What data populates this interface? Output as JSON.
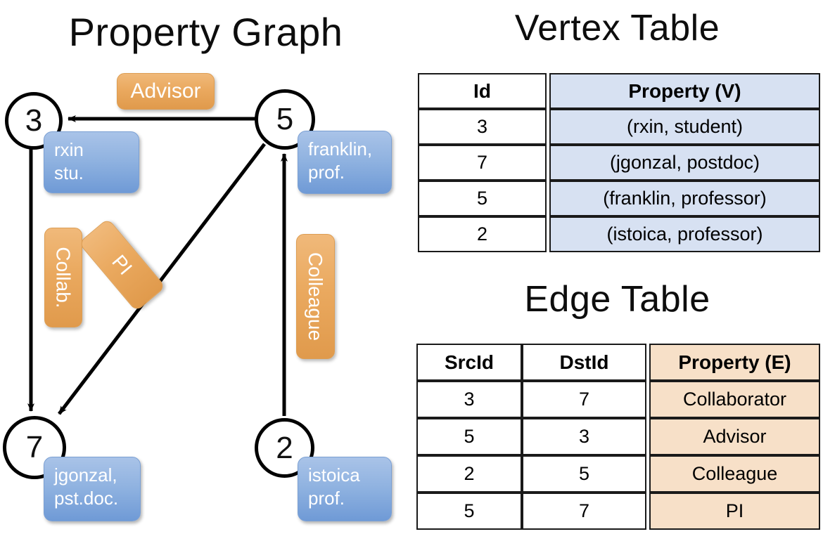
{
  "titles": {
    "property_graph": "Property Graph",
    "vertex_table": "Vertex Table",
    "edge_table": "Edge Table"
  },
  "graph": {
    "nodes": [
      {
        "id": "3",
        "property_line1": "rxin",
        "property_line2": "stu."
      },
      {
        "id": "5",
        "property_line1": "franklin,",
        "property_line2": "prof."
      },
      {
        "id": "7",
        "property_line1": "jgonzal,",
        "property_line2": "pst.doc."
      },
      {
        "id": "2",
        "property_line1": "istoica",
        "property_line2": "prof."
      }
    ],
    "edge_labels": {
      "advisor": "Advisor",
      "collab": "Collab.",
      "pi": "PI",
      "colleague": "Colleague"
    }
  },
  "vertex_table": {
    "headers": [
      "Id",
      "Property (V)"
    ],
    "rows": [
      {
        "id": "3",
        "property": "(rxin, student)"
      },
      {
        "id": "7",
        "property": "(jgonzal, postdoc)"
      },
      {
        "id": "5",
        "property": "(franklin, professor)"
      },
      {
        "id": "2",
        "property": "(istoica, professor)"
      }
    ]
  },
  "edge_table": {
    "headers": [
      "SrcId",
      "DstId",
      "Property (E)"
    ],
    "rows": [
      {
        "src": "3",
        "dst": "7",
        "property": "Collaborator"
      },
      {
        "src": "5",
        "dst": "3",
        "property": "Advisor"
      },
      {
        "src": "2",
        "dst": "5",
        "property": "Colleague"
      },
      {
        "src": "5",
        "dst": "7",
        "property": "PI"
      }
    ]
  },
  "colors": {
    "vertex_property_fill": "#d7e1f2",
    "edge_property_fill": "#f7e0c8",
    "node_callout_blue": "#8fb2e0",
    "edge_label_orange": "#eaa95f",
    "stroke": "#000000"
  }
}
